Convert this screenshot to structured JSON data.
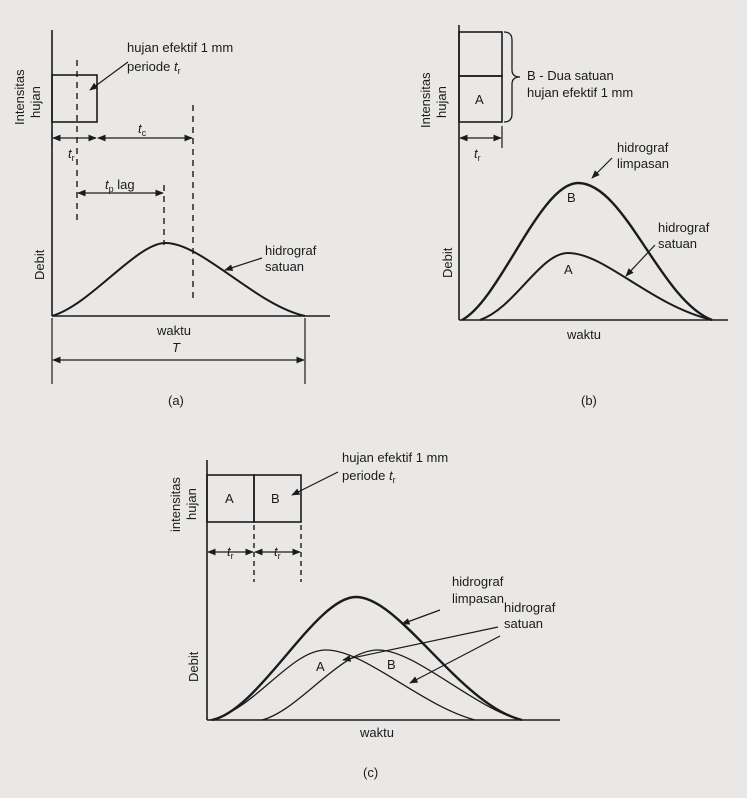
{
  "panel_a": {
    "caption": "(a)",
    "y_axis_top": "Intensitas",
    "y_axis_bottom": "hujan",
    "debit_label": "Debit",
    "rain_note_line1": "hujan efektif 1 mm",
    "rain_note_line2": "periode",
    "t_r": "t",
    "t_r_sub": "r",
    "t_c": "t",
    "t_c_sub": "c",
    "t_p": "t",
    "t_p_sub": "p",
    "lag": "lag",
    "curve_label_line1": "hidrograf",
    "curve_label_line2": "satuan",
    "x_axis_label": "waktu",
    "T_label": "T"
  },
  "panel_b": {
    "caption": "(b)",
    "y_axis_top": "Intensitas",
    "y_axis_bottom": "hujan",
    "debit_label": "Debit",
    "block_a": "A",
    "brace_label_line1": "B - Dua satuan",
    "brace_label_line2": "hujan efektif 1 mm",
    "t_r": "t",
    "t_r_sub": "r",
    "runoff_label_line1": "hidrograf",
    "runoff_label_line2": "limpasan",
    "unit_label_line1": "hidrograf",
    "unit_label_line2": "satuan",
    "curve_b": "B",
    "curve_a": "A",
    "x_axis_label": "waktu"
  },
  "panel_c": {
    "caption": "(c)",
    "y_axis_top": "intensitas",
    "y_axis_bottom": "hujan",
    "debit_label": "Debit",
    "block_a": "A",
    "block_b": "B",
    "rain_note_line1": "hujan efektif 1 mm",
    "rain_note_line2": "periode",
    "t_r": "t",
    "t_r_sub": "r",
    "runoff_label_line1": "hidrograf",
    "runoff_label_line2": "limpasan",
    "unit_label_line1": "hidrograf",
    "unit_label_line2": "satuan",
    "curve_a": "A",
    "curve_b": "B",
    "x_axis_label": "waktu"
  },
  "colors": {
    "background": "#e9e8e6",
    "ink": "#1b1b1b"
  }
}
